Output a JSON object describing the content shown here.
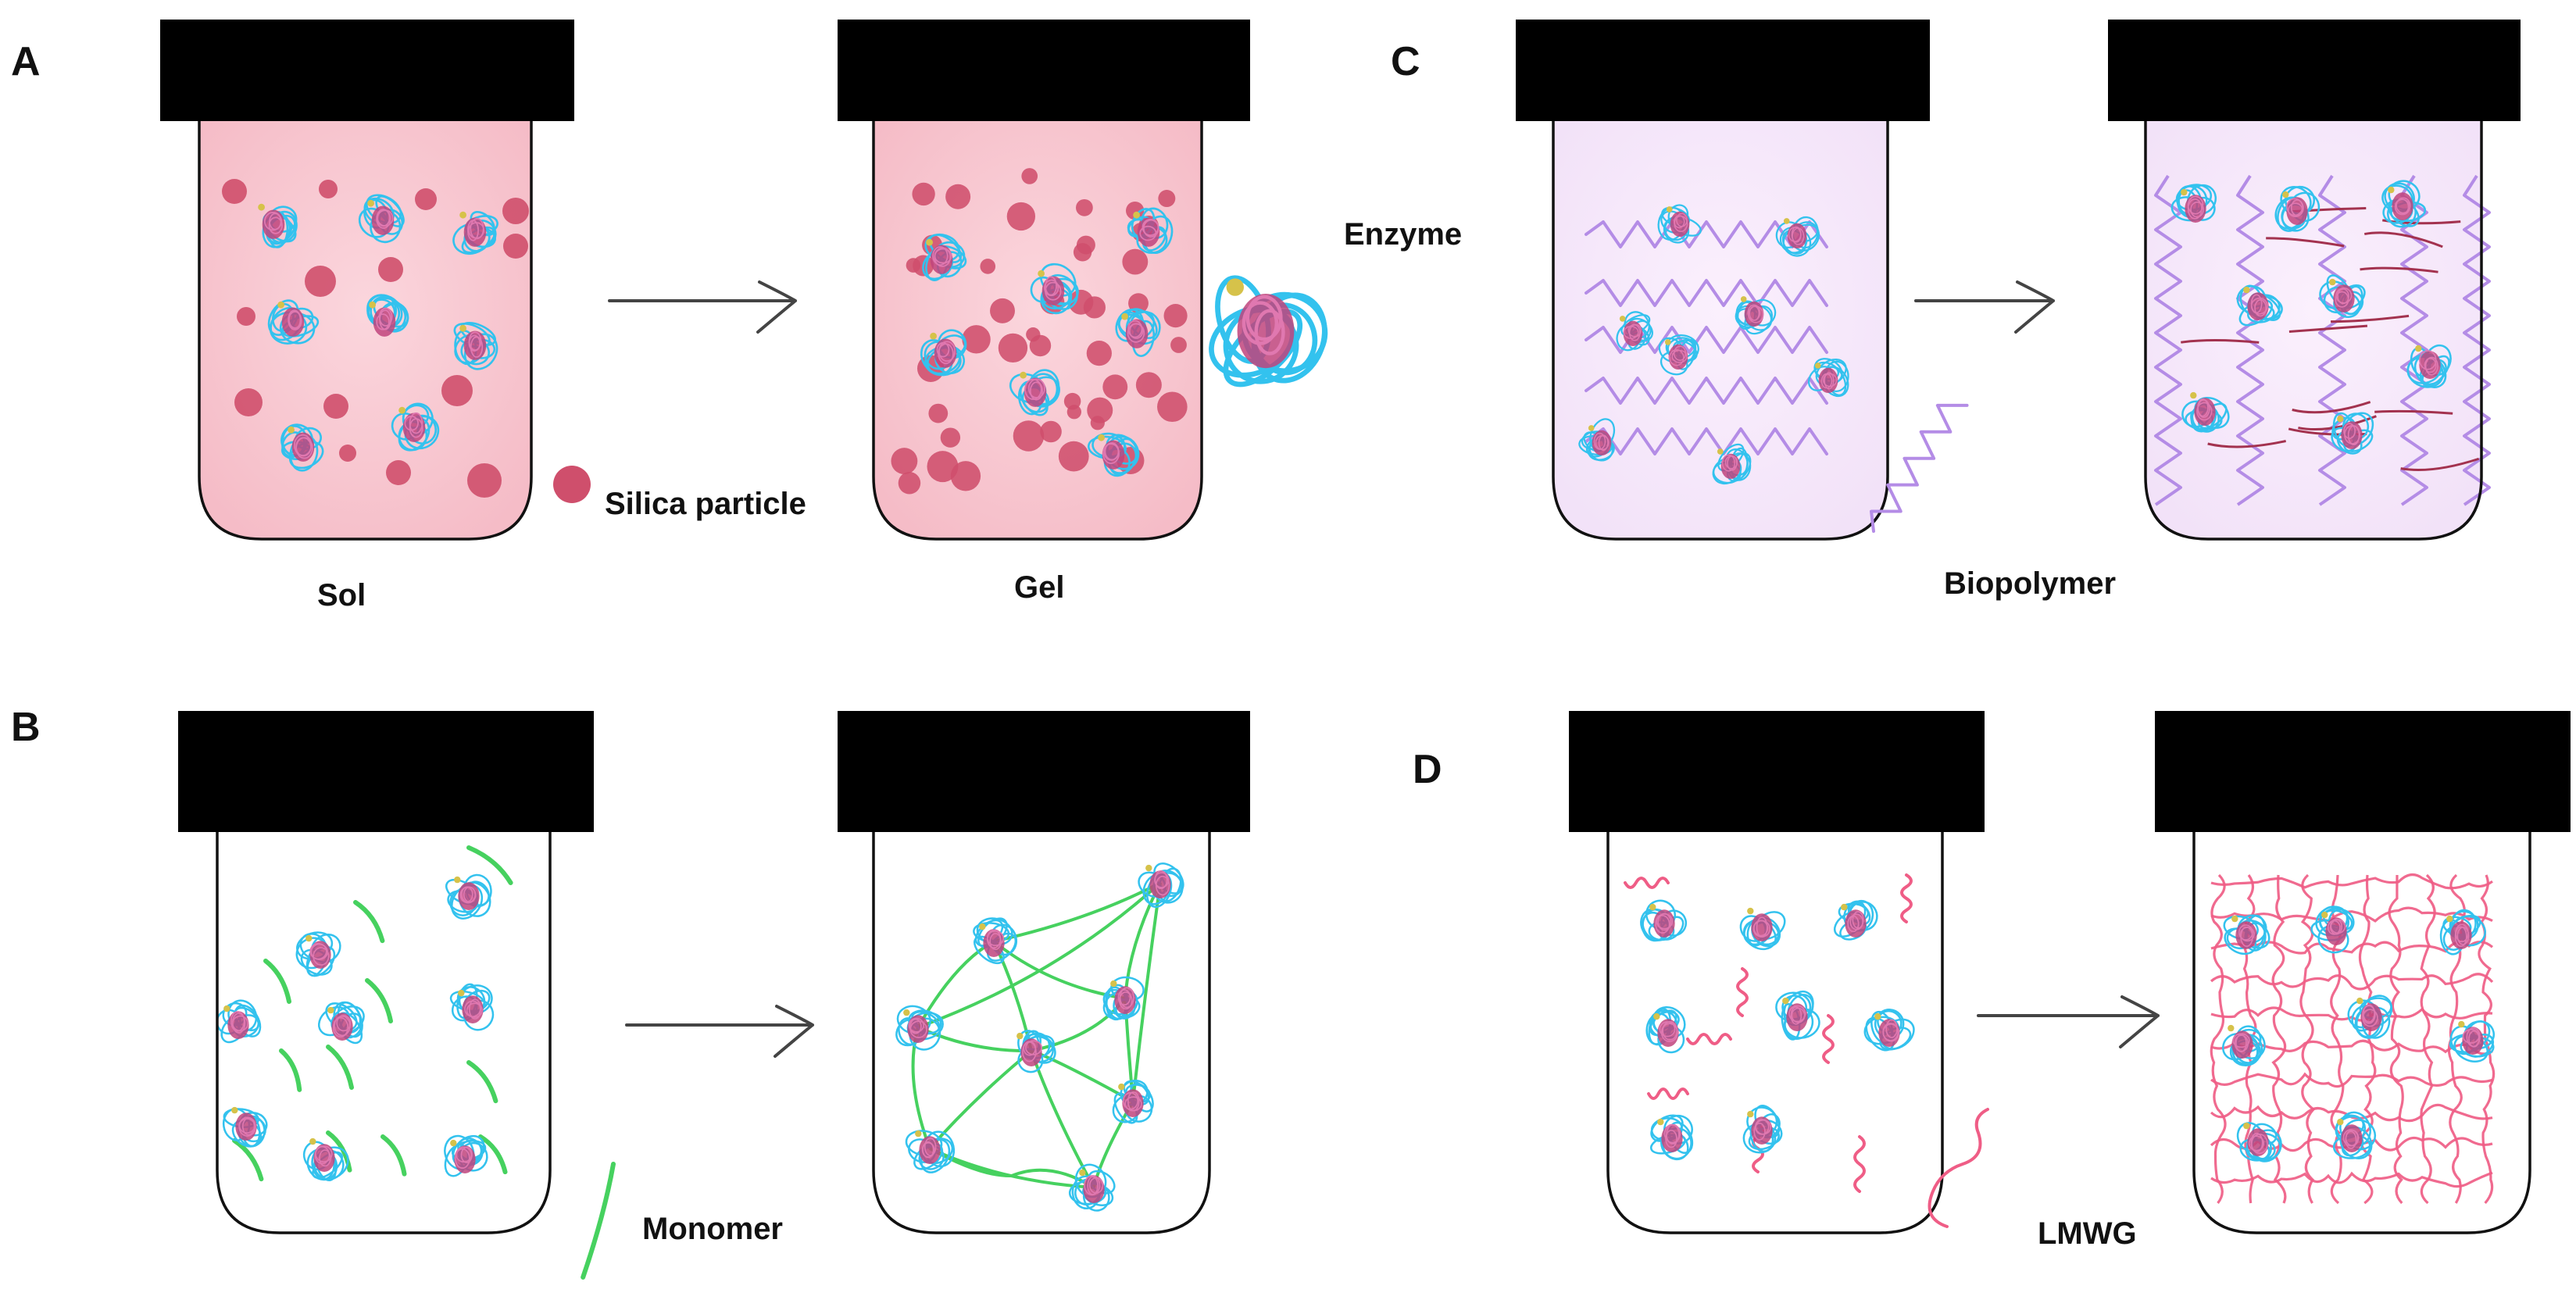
{
  "panels": {
    "A": {
      "letter": "A",
      "left_label": "Sol",
      "right_label": "Gel",
      "legend_label": "Silica particle",
      "side_label": "Enzyme"
    },
    "B": {
      "letter": "B",
      "legend_label": "Monomer"
    },
    "C": {
      "letter": "C",
      "legend_label": "Biopolymer"
    },
    "D": {
      "letter": "D",
      "legend_label": "LMWG"
    }
  },
  "colors": {
    "background": "#ffffff",
    "lid": "#000000",
    "sol_gel_fill": "#f8c9d2",
    "silica_particle": "#cf4f6c",
    "enzyme_outer": "#33c2ee",
    "enzyme_core": "#c0447c",
    "monomer": "#46d15f",
    "biopolymer": "#b48ce6",
    "biopolymer_jar_fill": "#f5e8fb",
    "crosslink": "#a3324f",
    "lmwg": "#ef5d86"
  },
  "icons": [
    "enzyme-icon",
    "silica-particle-icon",
    "monomer-strand-icon",
    "biopolymer-zigzag-icon",
    "lmwg-fiber-icon",
    "reaction-arrow-icon",
    "jar-lid-icon"
  ]
}
